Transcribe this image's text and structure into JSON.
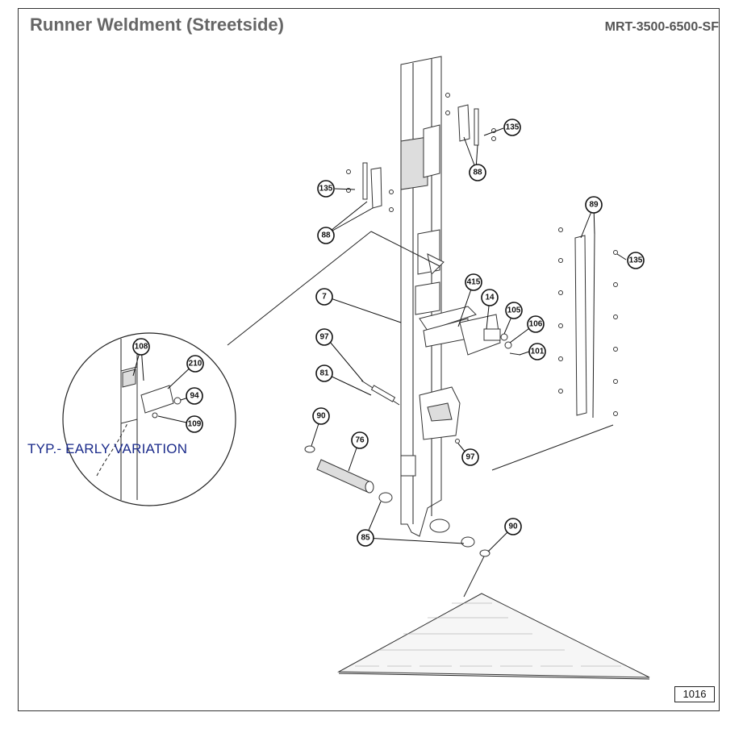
{
  "header": {
    "title": "Runner Weldment (Streetside)",
    "model_code": "MRT-3500-6500-SF"
  },
  "detail_note": "TYP.- EARLY VARIATION",
  "page_number": "1016",
  "callouts": [
    "135",
    "88",
    "135",
    "88",
    "89",
    "135",
    "415",
    "14",
    "105",
    "106",
    "101",
    "7",
    "97",
    "81",
    "97",
    "90",
    "76",
    "85",
    "90",
    "108",
    "210",
    "94",
    "109"
  ]
}
